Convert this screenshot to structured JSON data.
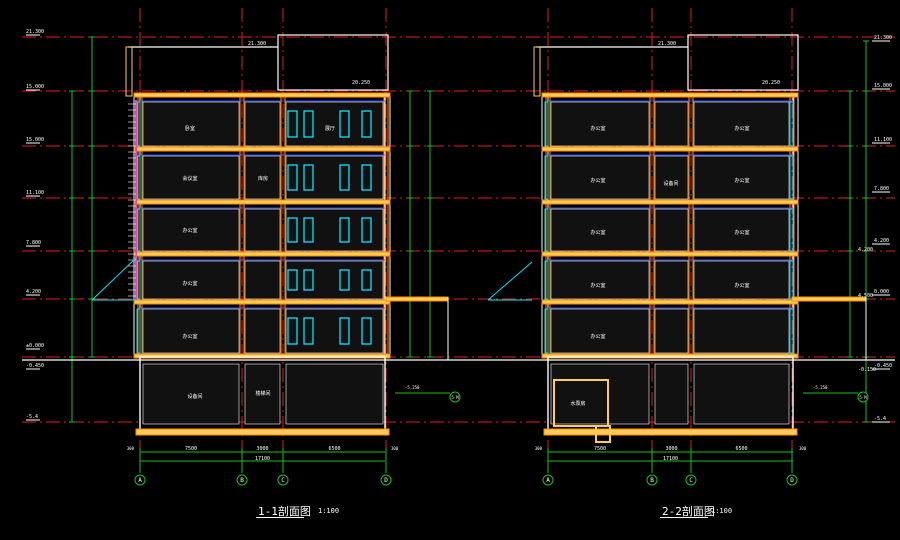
{
  "colors": {
    "background": "#000000",
    "wall": "#ffffff",
    "slab": "#ff8a00",
    "slab_fill": "#ffcc55",
    "window": "#00e5ff",
    "floor_line": "#2a4dff",
    "grid_line": "#e01e1e",
    "axis_line": "#19c419",
    "dimension": "#19c419",
    "stair": "#e040e0",
    "room_fill": "#111111"
  },
  "section_1": {
    "title": "1-1剖面图",
    "scale": "1:100",
    "top_label": "21.300",
    "roof_label": "20.250",
    "axis_labels": [
      "A",
      "B",
      "C",
      "D"
    ],
    "bay_dims": [
      "7500",
      "3000",
      "6500"
    ],
    "total_dim": "17100",
    "edge_dims": [
      "300",
      "300"
    ],
    "rooms": [
      "卧室",
      "会议室",
      "办公室",
      "办公室",
      "办公室",
      "展厅",
      "库房",
      "楼梯间",
      "设备间"
    ],
    "right_marker": "5-M",
    "basement_label": "-5.250"
  },
  "section_2": {
    "title": "2-2剖面图",
    "scale": "1:100",
    "top_label": "21.300",
    "roof_label": "20.250",
    "axis_labels": [
      "A",
      "B",
      "C",
      "D"
    ],
    "bay_dims": [
      "7500",
      "3000",
      "6500"
    ],
    "total_dim": "17100",
    "edge_dims": [
      "300",
      "300"
    ],
    "rooms": [
      "办公室",
      "办公室",
      "办公室",
      "办公室",
      "办公室",
      "办公室",
      "办公室",
      "办公室",
      "设备间",
      "办公室",
      "水泵房"
    ],
    "right_marker": "5-M",
    "basement_label": "-5.250"
  },
  "levels_left": [
    "21.300",
    "15.000",
    "15.000",
    "11.100",
    "7.800",
    "4.200",
    "±0.000",
    "-0.450",
    "-5.4"
  ],
  "levels_right": [
    "21.300",
    "15.000",
    "11.100",
    "7.800",
    "4.200",
    "0.000",
    "-0.450",
    "-5.4"
  ],
  "mid_levels": [
    "4.500",
    "4.200",
    "-0.150"
  ]
}
